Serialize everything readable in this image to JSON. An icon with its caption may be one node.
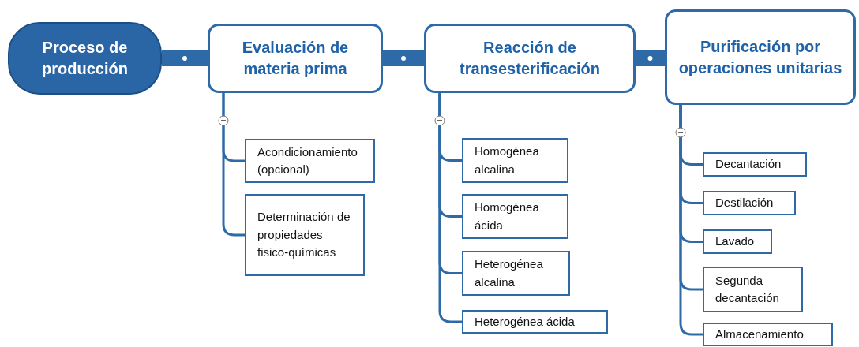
{
  "diagram": {
    "nodes": [
      {
        "text": [
          "Proceso de producción"
        ]
      },
      {
        "text": [
          "Evaluación de materia prima"
        ]
      },
      {
        "text": [
          "Reacción de transesterificación"
        ]
      },
      {
        "text": [
          "Purificación por operaciones unitarias"
        ]
      },
      {
        "text": [
          "Acondicionamiento (opcional)"
        ]
      },
      {
        "text": [
          "Determinación de propiedades fisico-químicas"
        ]
      },
      {
        "text": [
          "Homogénea alcalina"
        ]
      },
      {
        "text": [
          "Homogénea ácida"
        ]
      },
      {
        "text": [
          "Heterogénea alcalina"
        ]
      },
      {
        "text": [
          "Heterogénea ácida"
        ]
      },
      {
        "text": [
          "Decantación"
        ]
      },
      {
        "text": [
          "Destilación"
        ]
      },
      {
        "text": [
          "Lavado"
        ]
      },
      {
        "text": [
          "Segunda decantación"
        ]
      },
      {
        "text": [
          "Almacenamiento"
        ]
      }
    ],
    "edges": [
      {
        "from": 0,
        "to": 1,
        "arrow": "none",
        "style": "thick"
      },
      {
        "from": 1,
        "to": 2,
        "arrow": "none",
        "style": "thick"
      },
      {
        "from": 2,
        "to": 3,
        "arrow": "none",
        "style": "thick"
      },
      {
        "from": 1,
        "to": 4,
        "arrow": "none"
      },
      {
        "from": 1,
        "to": 5,
        "arrow": "none"
      },
      {
        "from": 2,
        "to": 6,
        "arrow": "none"
      },
      {
        "from": 2,
        "to": 7,
        "arrow": "none"
      },
      {
        "from": 2,
        "to": 8,
        "arrow": "none"
      },
      {
        "from": 2,
        "to": 9,
        "arrow": "none"
      },
      {
        "from": 3,
        "to": 10,
        "arrow": "none"
      },
      {
        "from": 3,
        "to": 11,
        "arrow": "none"
      },
      {
        "from": 3,
        "to": 12,
        "arrow": "none"
      },
      {
        "from": 3,
        "to": 13,
        "arrow": "none"
      },
      {
        "from": 3,
        "to": 14,
        "arrow": "none"
      }
    ]
  }
}
